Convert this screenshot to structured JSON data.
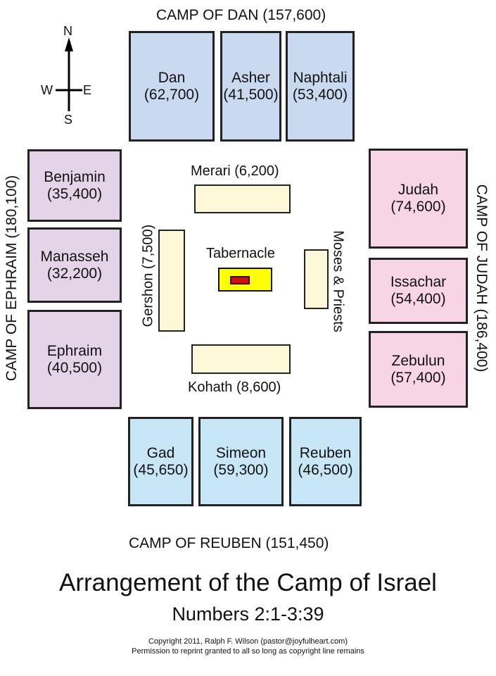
{
  "compass": {
    "n": "N",
    "s": "S",
    "w": "W",
    "e": "E"
  },
  "camps": {
    "north": "CAMP OF DAN (157,600)",
    "west": "CAMP OF EPHRAIM (180,100)",
    "east": "CAMP OF JUDAH (186,400)",
    "south": "CAMP OF REUBEN (151,450)"
  },
  "tribes": {
    "north": [
      {
        "name": "Dan",
        "count": "(62,700)"
      },
      {
        "name": "Asher",
        "count": "(41,500)"
      },
      {
        "name": "Naphtali",
        "count": "(53,400)"
      }
    ],
    "west": [
      {
        "name": "Benjamin",
        "count": "(35,400)"
      },
      {
        "name": "Manasseh",
        "count": "(32,200)"
      },
      {
        "name": "Ephraim",
        "count": "(40,500)"
      }
    ],
    "east": [
      {
        "name": "Judah",
        "count": "(74,600)"
      },
      {
        "name": "Issachar",
        "count": "(54,400)"
      },
      {
        "name": "Zebulun",
        "count": "(57,400)"
      }
    ],
    "south": [
      {
        "name": "Gad",
        "count": "(45,650)"
      },
      {
        "name": "Simeon",
        "count": "(59,300)"
      },
      {
        "name": "Reuben",
        "count": "(46,500)"
      }
    ]
  },
  "levites": {
    "merari": "Merari (6,200)",
    "gershon": "Gershon (7,500)",
    "kohath": "Kohath (8,600)",
    "moses": "Moses & Priests"
  },
  "tabernacle": "Tabernacle",
  "title": "Arrangement of the Camp of Israel",
  "subtitle": "Numbers 2:1-3:39",
  "copyright": "Copyright 2011, Ralph F. Wilson (pastor@joyfulheart.com)",
  "permission": "Permission to reprint granted to all so long as copyright line remains",
  "colors": {
    "north": "#c9d9ef",
    "west": "#e4d4e8",
    "east": "#f7d5e5",
    "south": "#c7e6f6",
    "levite": "#fdf8d8",
    "tabernacle": "#ffff00",
    "holy": "#d01010"
  }
}
